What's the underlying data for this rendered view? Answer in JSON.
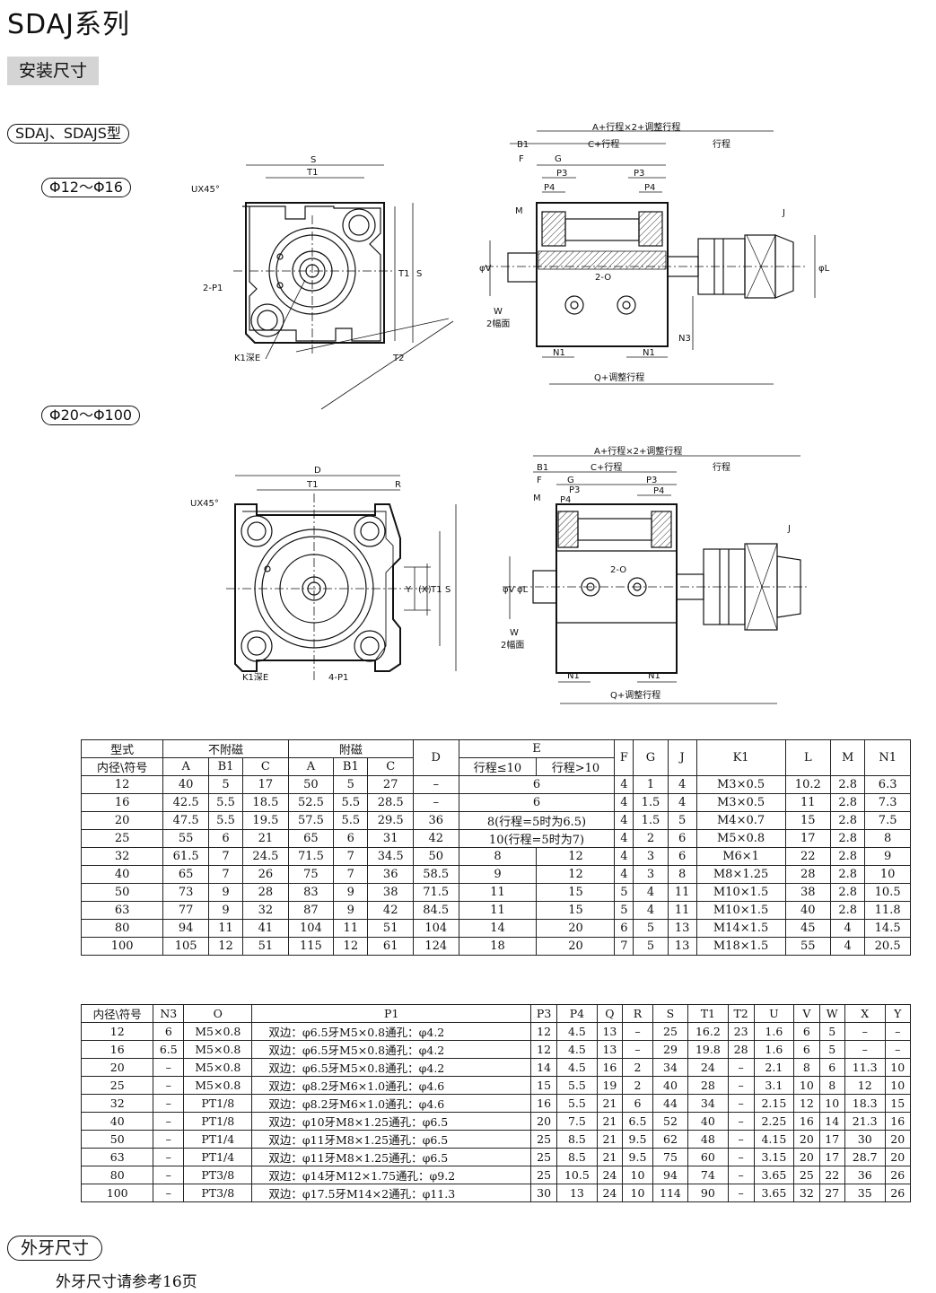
{
  "header": {
    "series_title": "SDAJ系列",
    "section_badge": "安装尺寸",
    "model_label": "SDAJ、SDAJS型",
    "range1_label": "Φ12～Φ16",
    "range2_label": "Φ20～Φ100"
  },
  "drawing1": {
    "front": {
      "S": "S",
      "T1": "T1",
      "UX45": "UX45°",
      "P1": "2-P1",
      "K1": "K1深E",
      "T1v": "T1",
      "Sv": "S",
      "T2": "T2"
    },
    "side": {
      "A_total": "A+行程×2+调整行程",
      "B1": "B1",
      "C": "C+行程",
      "stroke": "行程",
      "F": "F",
      "G": "G",
      "P3a": "P3",
      "P3b": "P3",
      "P4a": "P4",
      "P4b": "P4",
      "M": "M",
      "J": "J",
      "V": "φV",
      "L": "φL",
      "O": "2-O",
      "W": "W",
      "W_sub": "2幅面",
      "N3": "N3",
      "N1a": "N1",
      "N1b": "N1",
      "Q": "Q+调整行程"
    }
  },
  "drawing2": {
    "front": {
      "D": "D",
      "T1": "T1",
      "R": "R",
      "UX45": "UX45°",
      "K1": "K1深E",
      "P1": "4-P1",
      "Y": "Y",
      "X": "(X)",
      "T1v": "T1",
      "Sv": "S"
    },
    "side": {
      "A_total": "A+行程×2+调整行程",
      "B1": "B1",
      "C": "C+行程",
      "stroke": "行程",
      "F": "F",
      "G": "G",
      "M": "M",
      "P3a": "P3",
      "P3b": "P3",
      "P4a": "P4",
      "P4b": "P4",
      "J": "J",
      "V": "φV",
      "L": "φL",
      "O": "2-O",
      "W": "W",
      "W_sub": "2幅面",
      "N1a": "N1",
      "N1b": "N1",
      "Q": "Q+调整行程"
    }
  },
  "table1": {
    "h_type": "型式",
    "h_nomag": "不附磁",
    "h_mag": "附磁",
    "h_bore": "内径\\符号",
    "h_A": "A",
    "h_B1": "B1",
    "h_C": "C",
    "h_A2": "A",
    "h_B12": "B1",
    "h_C2": "C",
    "h_D": "D",
    "h_E": "E",
    "h_E1": "行程≤10",
    "h_E2": "行程>10",
    "h_F": "F",
    "h_G": "G",
    "h_J": "J",
    "h_K1": "K1",
    "h_L": "L",
    "h_M": "M",
    "h_N1": "N1",
    "rows": [
      {
        "bore": "12",
        "a": "40",
        "b1": "5",
        "c": "17",
        "a2": "50",
        "b12": "5",
        "c2": "27",
        "d": "–",
        "e": "6",
        "e2": "",
        "f": "4",
        "g": "1",
        "j": "4",
        "k1": "M3×0.5",
        "l": "10.2",
        "m": "2.8",
        "n1": "6.3"
      },
      {
        "bore": "16",
        "a": "42.5",
        "b1": "5.5",
        "c": "18.5",
        "a2": "52.5",
        "b12": "5.5",
        "c2": "28.5",
        "d": "–",
        "e": "6",
        "e2": "",
        "f": "4",
        "g": "1.5",
        "j": "4",
        "k1": "M3×0.5",
        "l": "11",
        "m": "2.8",
        "n1": "7.3"
      },
      {
        "bore": "20",
        "a": "47.5",
        "b1": "5.5",
        "c": "19.5",
        "a2": "57.5",
        "b12": "5.5",
        "c2": "29.5",
        "d": "36",
        "e": "8(行程=5时为6.5)",
        "e2": "",
        "f": "4",
        "g": "1.5",
        "j": "5",
        "k1": "M4×0.7",
        "l": "15",
        "m": "2.8",
        "n1": "7.5"
      },
      {
        "bore": "25",
        "a": "55",
        "b1": "6",
        "c": "21",
        "a2": "65",
        "b12": "6",
        "c2": "31",
        "d": "42",
        "e": "10(行程=5时为7)",
        "e2": "",
        "f": "4",
        "g": "2",
        "j": "6",
        "k1": "M5×0.8",
        "l": "17",
        "m": "2.8",
        "n1": "8"
      },
      {
        "bore": "32",
        "a": "61.5",
        "b1": "7",
        "c": "24.5",
        "a2": "71.5",
        "b12": "7",
        "c2": "34.5",
        "d": "50",
        "e": "8",
        "e2": "12",
        "f": "4",
        "g": "3",
        "j": "6",
        "k1": "M6×1",
        "l": "22",
        "m": "2.8",
        "n1": "9"
      },
      {
        "bore": "40",
        "a": "65",
        "b1": "7",
        "c": "26",
        "a2": "75",
        "b12": "7",
        "c2": "36",
        "d": "58.5",
        "e": "9",
        "e2": "12",
        "f": "4",
        "g": "3",
        "j": "8",
        "k1": "M8×1.25",
        "l": "28",
        "m": "2.8",
        "n1": "10"
      },
      {
        "bore": "50",
        "a": "73",
        "b1": "9",
        "c": "28",
        "a2": "83",
        "b12": "9",
        "c2": "38",
        "d": "71.5",
        "e": "11",
        "e2": "15",
        "f": "5",
        "g": "4",
        "j": "11",
        "k1": "M10×1.5",
        "l": "38",
        "m": "2.8",
        "n1": "10.5"
      },
      {
        "bore": "63",
        "a": "77",
        "b1": "9",
        "c": "32",
        "a2": "87",
        "b12": "9",
        "c2": "42",
        "d": "84.5",
        "e": "11",
        "e2": "15",
        "f": "5",
        "g": "4",
        "j": "11",
        "k1": "M10×1.5",
        "l": "40",
        "m": "2.8",
        "n1": "11.8"
      },
      {
        "bore": "80",
        "a": "94",
        "b1": "11",
        "c": "41",
        "a2": "104",
        "b12": "11",
        "c2": "51",
        "d": "104",
        "e": "14",
        "e2": "20",
        "f": "6",
        "g": "5",
        "j": "13",
        "k1": "M14×1.5",
        "l": "45",
        "m": "4",
        "n1": "14.5"
      },
      {
        "bore": "100",
        "a": "105",
        "b1": "12",
        "c": "51",
        "a2": "115",
        "b12": "12",
        "c2": "61",
        "d": "124",
        "e": "18",
        "e2": "20",
        "f": "7",
        "g": "5",
        "j": "13",
        "k1": "M18×1.5",
        "l": "55",
        "m": "4",
        "n1": "20.5"
      }
    ]
  },
  "table2": {
    "headers": [
      "内径\\符号",
      "N3",
      "O",
      "P1",
      "P3",
      "P4",
      "Q",
      "R",
      "S",
      "T1",
      "T2",
      "U",
      "V",
      "W",
      "X",
      "Y"
    ],
    "rows": [
      [
        "12",
        "6",
        "M5×0.8",
        "双边：φ6.5牙M5×0.8通孔：φ4.2",
        "12",
        "4.5",
        "13",
        "–",
        "25",
        "16.2",
        "23",
        "1.6",
        "6",
        "5",
        "–",
        "–"
      ],
      [
        "16",
        "6.5",
        "M5×0.8",
        "双边：φ6.5牙M5×0.8通孔：φ4.2",
        "12",
        "4.5",
        "13",
        "–",
        "29",
        "19.8",
        "28",
        "1.6",
        "6",
        "5",
        "–",
        "–"
      ],
      [
        "20",
        "–",
        "M5×0.8",
        "双边：φ6.5牙M5×0.8通孔：φ4.2",
        "14",
        "4.5",
        "16",
        "2",
        "34",
        "24",
        "–",
        "2.1",
        "8",
        "6",
        "11.3",
        "10"
      ],
      [
        "25",
        "–",
        "M5×0.8",
        "双边：φ8.2牙M6×1.0通孔：φ4.6",
        "15",
        "5.5",
        "19",
        "2",
        "40",
        "28",
        "–",
        "3.1",
        "10",
        "8",
        "12",
        "10"
      ],
      [
        "32",
        "–",
        "PT1/8",
        "双边：φ8.2牙M6×1.0通孔：φ4.6",
        "16",
        "5.5",
        "21",
        "6",
        "44",
        "34",
        "–",
        "2.15",
        "12",
        "10",
        "18.3",
        "15"
      ],
      [
        "40",
        "–",
        "PT1/8",
        "双边：φ10牙M8×1.25通孔：φ6.5",
        "20",
        "7.5",
        "21",
        "6.5",
        "52",
        "40",
        "–",
        "2.25",
        "16",
        "14",
        "21.3",
        "16"
      ],
      [
        "50",
        "–",
        "PT1/4",
        "双边：φ11牙M8×1.25通孔：φ6.5",
        "25",
        "8.5",
        "21",
        "9.5",
        "62",
        "48",
        "–",
        "4.15",
        "20",
        "17",
        "30",
        "20"
      ],
      [
        "63",
        "–",
        "PT1/4",
        "双边：φ11牙M8×1.25通孔：φ6.5",
        "25",
        "8.5",
        "21",
        "9.5",
        "75",
        "60",
        "–",
        "3.15",
        "20",
        "17",
        "28.7",
        "20"
      ],
      [
        "80",
        "–",
        "PT3/8",
        "双边：φ14牙M12×1.75通孔：φ9.2",
        "25",
        "10.5",
        "24",
        "10",
        "94",
        "74",
        "–",
        "3.65",
        "25",
        "22",
        "36",
        "26"
      ],
      [
        "100",
        "–",
        "PT3/8",
        "双边：φ17.5牙M14×2通孔：φ11.3",
        "30",
        "13",
        "24",
        "10",
        "114",
        "90",
        "–",
        "3.65",
        "32",
        "27",
        "35",
        "26"
      ]
    ]
  },
  "footer": {
    "thread_badge": "外牙尺寸",
    "note": "外牙尺寸请参考16页"
  }
}
